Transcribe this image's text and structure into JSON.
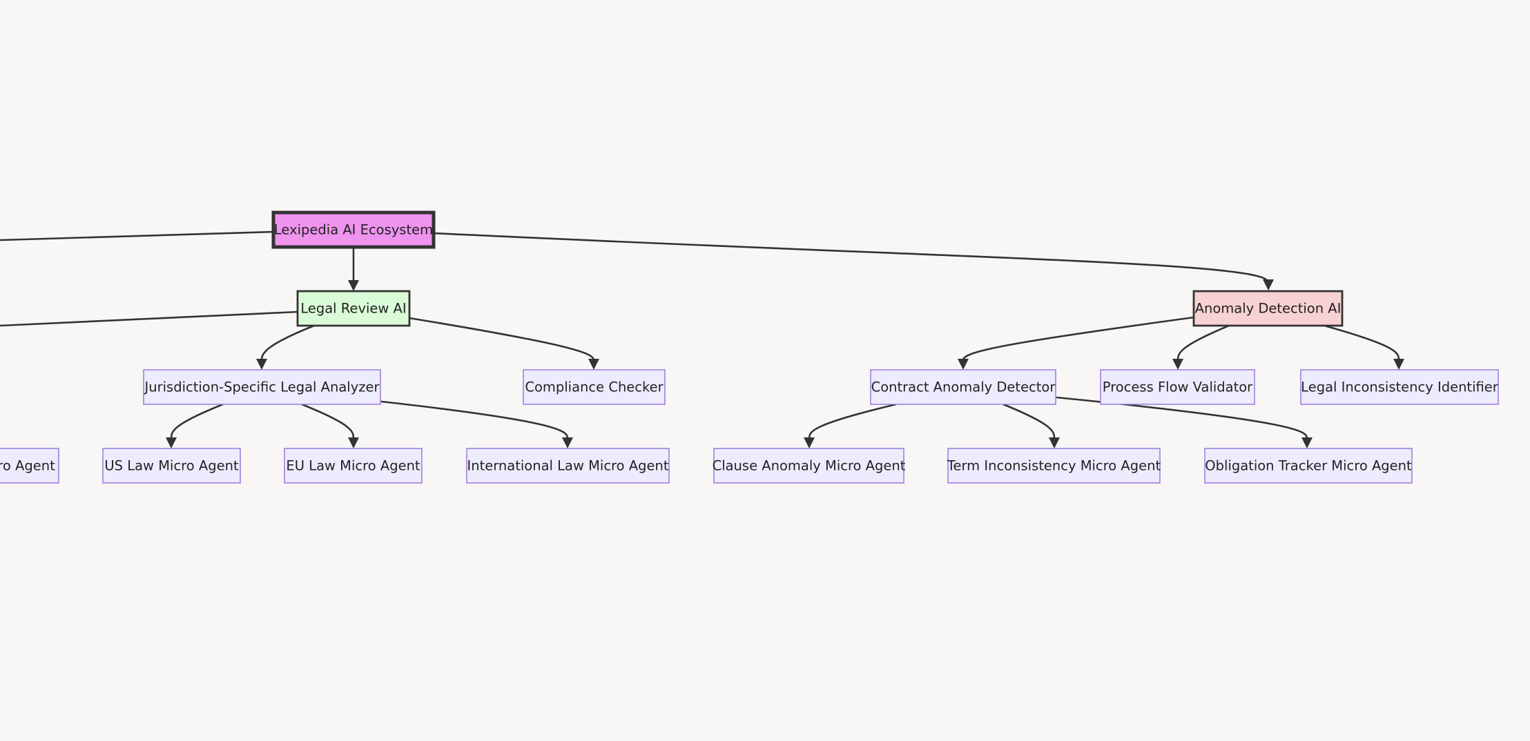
{
  "diagram": {
    "colors": {
      "background": "#f9f6f6",
      "edge": "#333333",
      "root_fill": "#ee93ee",
      "root_stroke": "#333333",
      "legal_fill": "#dafbd7",
      "anomaly_fill": "#f8d1d2",
      "leaf_fill": "#ececfe",
      "leaf_stroke": "#9370db"
    },
    "nodes": {
      "root": {
        "label": "Lexipedia AI Ecosystem"
      },
      "legal_review": {
        "label": "Legal Review AI"
      },
      "anomaly_detection": {
        "label": "Anomaly Detection AI"
      },
      "jurisdiction_analyzer": {
        "label": "Jurisdiction-Specific Legal Analyzer"
      },
      "compliance_checker": {
        "label": "Compliance Checker"
      },
      "contract_anomaly": {
        "label": "Contract Anomaly Detector"
      },
      "process_flow": {
        "label": "Process Flow Validator"
      },
      "legal_inconsistency": {
        "label": "Legal Inconsistency Identifier"
      },
      "cut_off_agent": {
        "label": "ro Agent"
      },
      "us_law": {
        "label": "US Law Micro Agent"
      },
      "eu_law": {
        "label": "EU Law Micro Agent"
      },
      "intl_law": {
        "label": "International Law Micro Agent"
      },
      "clause_anomaly": {
        "label": "Clause Anomaly Micro Agent"
      },
      "term_inconsistency": {
        "label": "Term Inconsistency Micro Agent"
      },
      "obligation_tracker": {
        "label": "Obligation Tracker Micro Agent"
      }
    }
  }
}
